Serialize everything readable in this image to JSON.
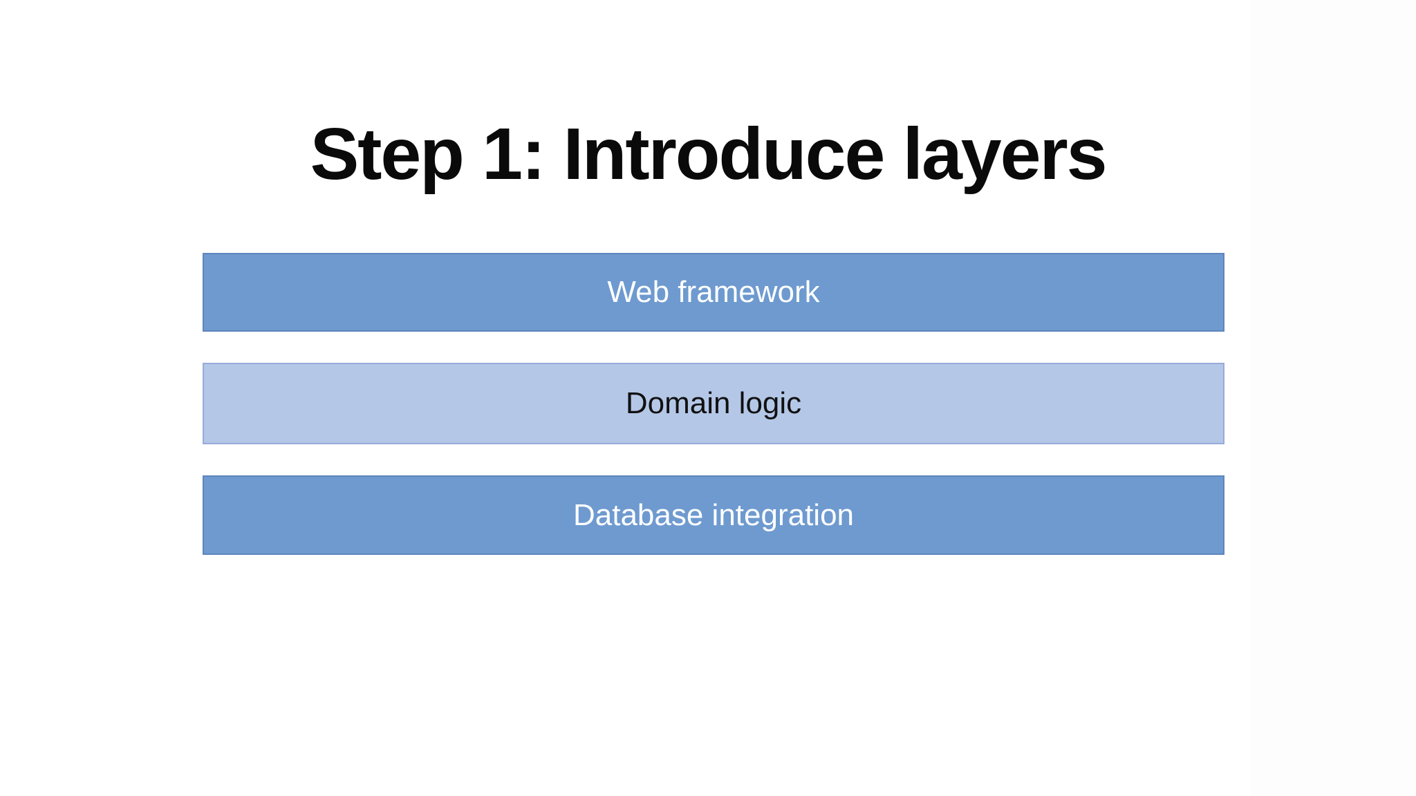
{
  "slide": {
    "title": "Step 1: Introduce layers",
    "background_color": "#FFFFFF"
  },
  "diagram": {
    "type": "layer-stack",
    "layers": [
      {
        "label": "Web framework",
        "variant": "medium-blue",
        "fill": "#6E9ACF",
        "border": "#5D85BC",
        "text_color": "#FFFFFF"
      },
      {
        "label": "Domain logic",
        "variant": "light-blue",
        "fill": "#B4C7E7",
        "border": "#98ABD9",
        "text_color": "#111111"
      },
      {
        "label": "Database integration",
        "variant": "medium-blue",
        "fill": "#6E9ACF",
        "border": "#5D85BC",
        "text_color": "#FFFFFF"
      }
    ]
  }
}
